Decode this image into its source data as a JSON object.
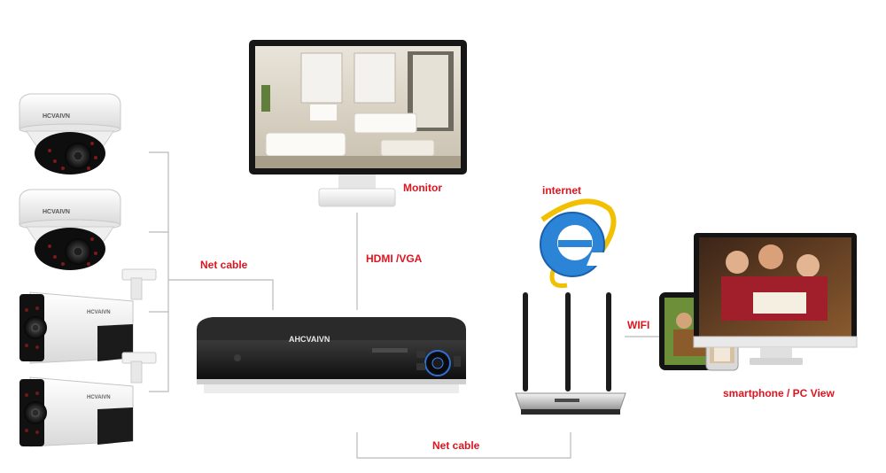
{
  "labels": {
    "monitor": "Monitor",
    "internet": "internet",
    "net_cable_left": "Net cable",
    "hdmi_vga": "HDMI /VGA",
    "wifi": "WIFI",
    "net_cable_bottom": "Net cable",
    "viewers": "smartphone / PC View"
  },
  "brand": {
    "camera": "HCVAIVN",
    "dvr": "AHCVAIVN"
  },
  "colors": {
    "label_red": "#e0141e",
    "wire": "#b9b9b9",
    "ie_blue": "#2b84d6",
    "ie_ring": "#f2c000"
  },
  "icons": [
    "dome-camera-icon",
    "bullet-camera-icon",
    "monitor-icon",
    "dvr-icon",
    "internet-explorer-icon",
    "router-icon",
    "tablet-icon",
    "smartphone-icon",
    "pc-monitor-icon"
  ]
}
